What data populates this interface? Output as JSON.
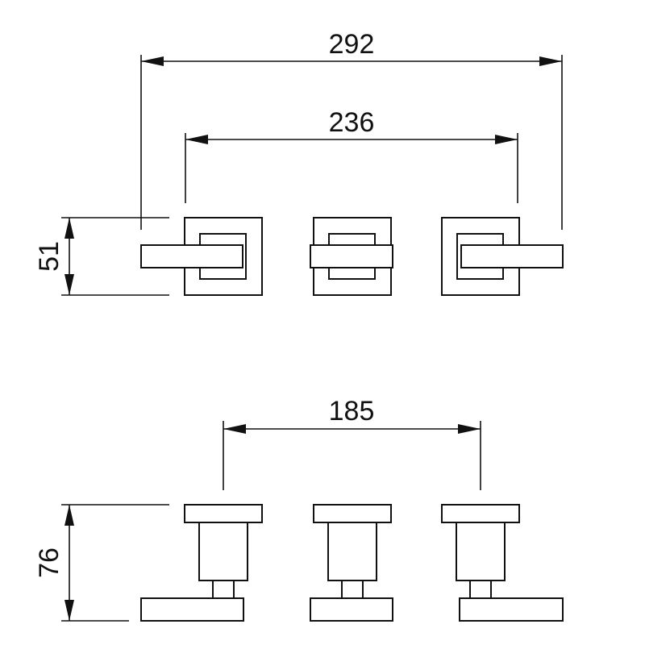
{
  "dimensions": {
    "top_overall_width": "292",
    "top_center_spacing": "236",
    "top_height": "51",
    "side_center_spacing": "185",
    "side_height": "76"
  }
}
